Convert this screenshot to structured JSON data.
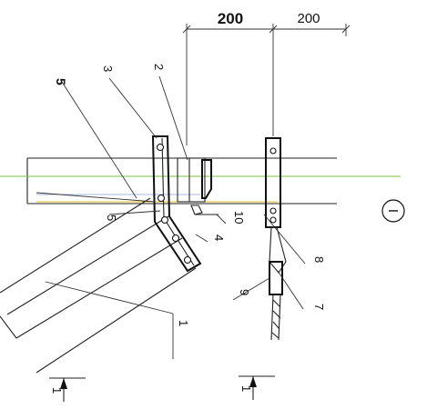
{
  "dimensions": {
    "primary": "200",
    "secondary": "200"
  },
  "labels": {
    "n1a": "1",
    "n2": "2",
    "n3": "3",
    "n4": "4",
    "n5_bold": "5",
    "n5": "5",
    "n7": "7",
    "n8": "8",
    "n9": "9",
    "n10": "10",
    "n1b": "1"
  },
  "section_marks": {
    "left": "1",
    "right": "1"
  },
  "view_marker": "I",
  "colors": {
    "ink": "#111111",
    "green_axis": "#7fbf3f",
    "yellow_axis": "#e0c020",
    "blue_axis": "#8aa0d8"
  }
}
